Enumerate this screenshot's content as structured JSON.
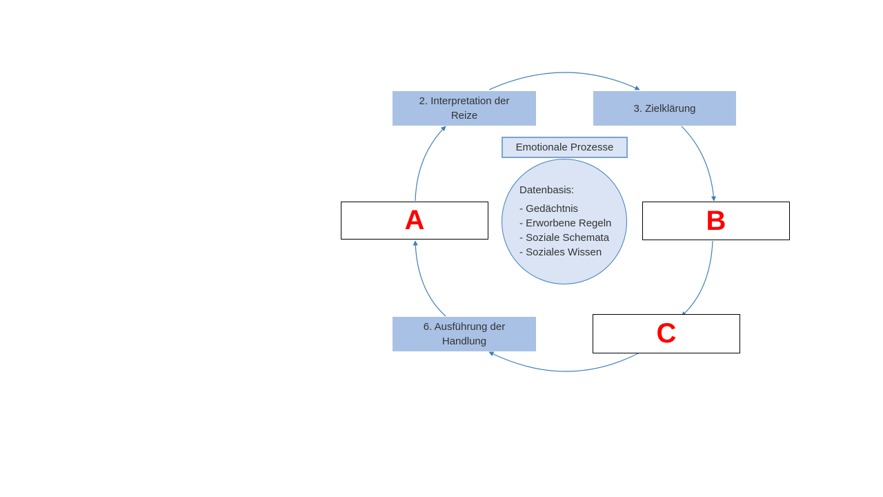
{
  "diagram": {
    "steps": {
      "step2": "2. Interpretation der\nReize",
      "step3": "3. Zielklärung",
      "step6": "6. Ausführung der\nHandlung"
    },
    "blanks": {
      "a": "A",
      "b": "B",
      "c": "C"
    },
    "center": {
      "emotional_label": "Emotionale Prozesse",
      "data_title": "Datenbasis:",
      "data_items": [
        "- Gedächtnis",
        "- Erworbene Regeln",
        "- Soziale Schemata",
        "- Soziales Wissen"
      ]
    },
    "colors": {
      "step_fill": "#a9c1e5",
      "arrow": "#3f7fb8",
      "center_fill": "#dae4f4",
      "blank_letter": "#ff0000"
    }
  }
}
